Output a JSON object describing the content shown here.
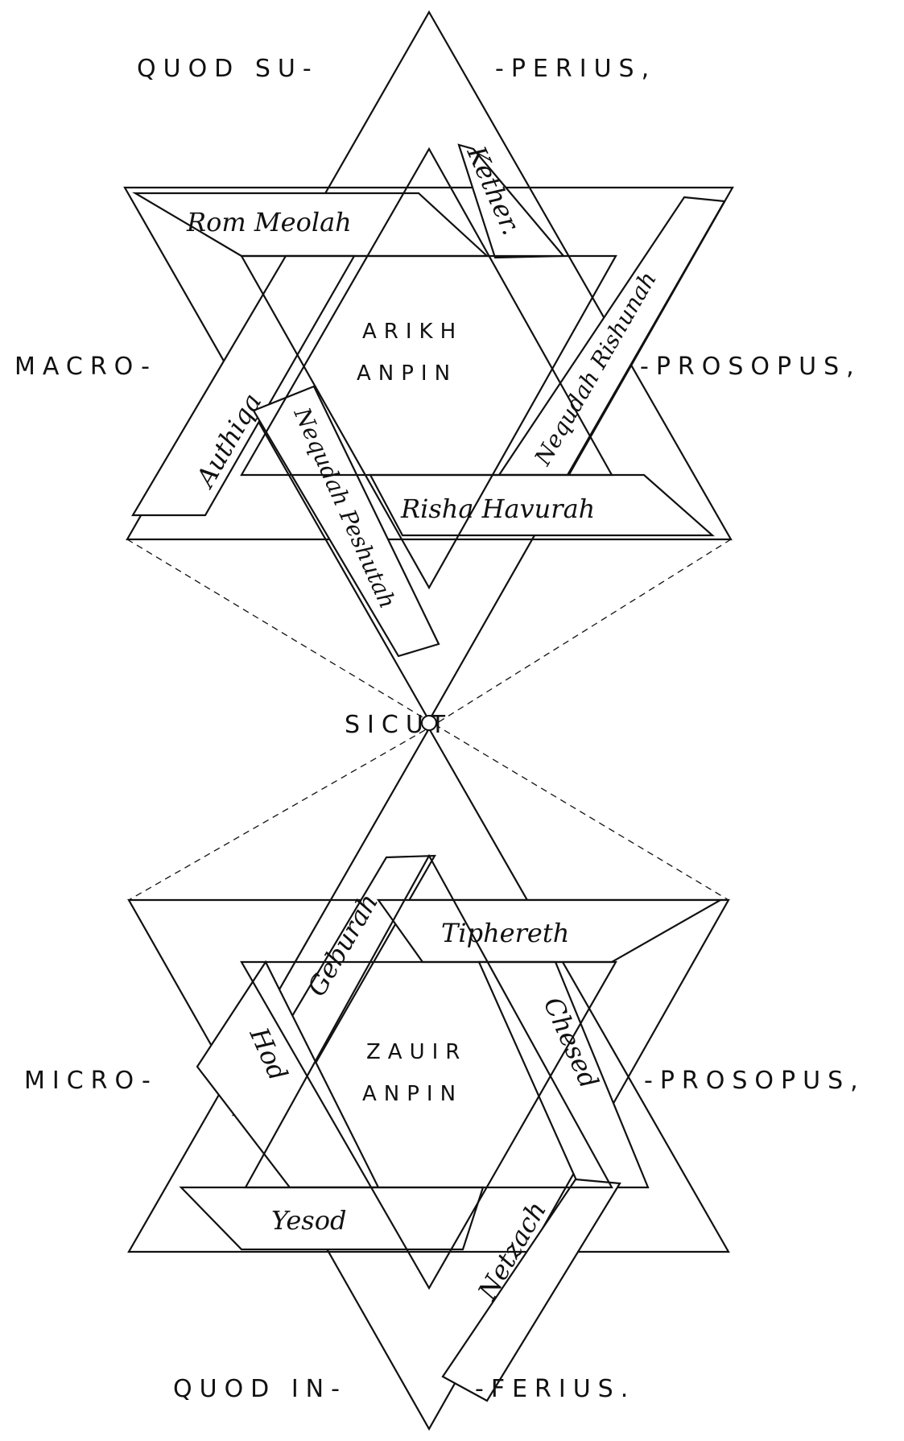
{
  "top_label": {
    "left": "QUOD SU-",
    "right": "-PERIUS,"
  },
  "macro": {
    "left": "MACRO-",
    "right": "-PROSOPUS,"
  },
  "sicut": "SICUT",
  "micro": {
    "left": "MICRO-",
    "right": "-PROSOPUS,"
  },
  "bottom_label": {
    "left": "QUOD IN-",
    "right": "-FERIUS."
  },
  "upper_star": {
    "center": [
      "ARIKH",
      "ANPIN"
    ],
    "bands": {
      "kether": "Kether.",
      "rom_meolah": "Rom Meolah",
      "nequdah_rishunah": "Nequdah Rishunah",
      "authiqa": "Authiqa",
      "nequdah_peshutah": "Nequdah Peshutah",
      "risha_havurah": "Risha Havurah"
    }
  },
  "lower_star": {
    "center": [
      "ZAUIR",
      "ANPIN"
    ],
    "bands": {
      "geburah": "Geburah",
      "tiphereth": "Tiphereth",
      "chesed": "Chesed",
      "hod": "Hod",
      "yesod": "Yesod",
      "netzach": "Netzach"
    }
  }
}
